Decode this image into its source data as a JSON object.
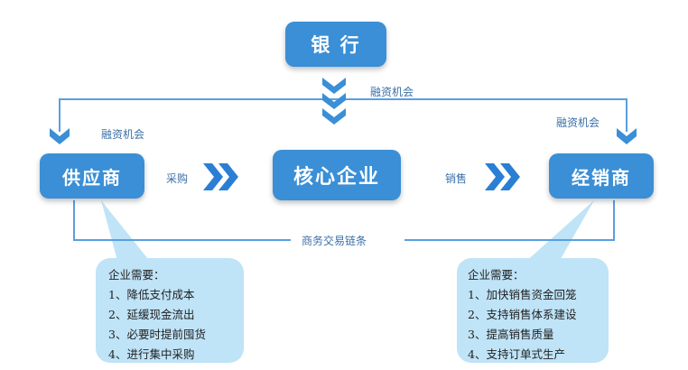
{
  "colors": {
    "box": "#3a8fd6",
    "line": "#5a9fe0",
    "bubble": "#bfe3f7"
  },
  "nodes": {
    "bank": "银 行",
    "core": "核心企业",
    "supplier": "供应商",
    "dealer": "经销商"
  },
  "labels": {
    "finance_center": "融资机会",
    "finance_left": "融资机会",
    "finance_right": "融资机会",
    "purchase": "采购",
    "sales": "销售",
    "trade_chain": "商务交易链条"
  },
  "needs_left": {
    "title": "企业需要：",
    "items": [
      "1、降低支付成本",
      "2、延缓现金流出",
      "3、必要时提前囤货",
      "4、进行集中采购"
    ]
  },
  "needs_right": {
    "title": "企业需要：",
    "items": [
      "1、加快销售资金回笼",
      "2、支持销售体系建设",
      "3、提高销售质量",
      "4、支持订单式生产"
    ]
  }
}
